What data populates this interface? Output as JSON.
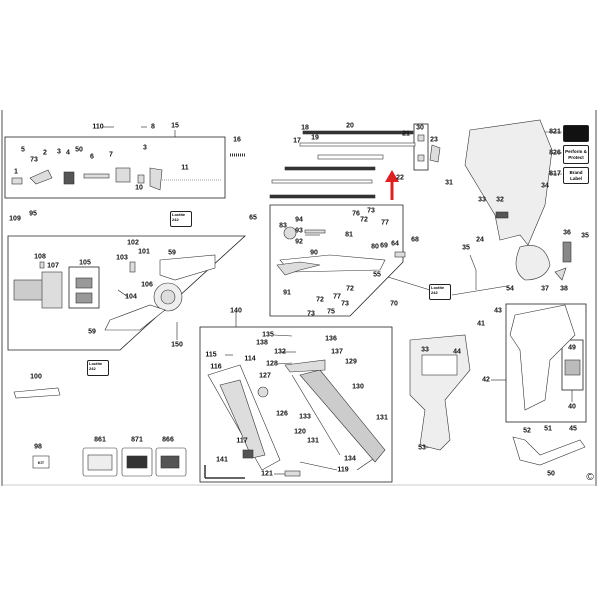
{
  "diagram": {
    "title": "Exploded parts diagram - cordless framing nailer",
    "labels": [
      "110",
      "8",
      "15",
      "16",
      "5",
      "73",
      "2",
      "3",
      "4",
      "50",
      "6",
      "7",
      "3",
      "11",
      "1",
      "10",
      "109",
      "95",
      "108",
      "107",
      "105",
      "102",
      "101",
      "103",
      "59",
      "65",
      "106",
      "104",
      "59",
      "150",
      "17",
      "18",
      "19",
      "20",
      "21",
      "30",
      "23",
      "31",
      "22",
      "94",
      "93",
      "83",
      "92",
      "90",
      "91",
      "76",
      "73",
      "72",
      "77",
      "81",
      "80",
      "69",
      "64",
      "55",
      "72",
      "77",
      "73",
      "72",
      "73",
      "75",
      "70",
      "68",
      "821",
      "826",
      "817",
      "34",
      "33",
      "32",
      "35",
      "24",
      "36",
      "35",
      "37",
      "38",
      "54",
      "43",
      "41",
      "44",
      "33",
      "42",
      "49",
      "40",
      "52",
      "51",
      "45",
      "50",
      "53",
      "140",
      "135",
      "136",
      "138",
      "132",
      "137",
      "115",
      "114",
      "116",
      "128",
      "129",
      "130",
      "127",
      "126",
      "133",
      "131",
      "117",
      "120",
      "131",
      "134",
      "141",
      "121",
      "119",
      "100",
      "98",
      "861",
      "871",
      "866"
    ],
    "loctite": {
      "line1": "Loctite",
      "line2": "242"
    },
    "tags": {
      "t826": "Perform & Protect",
      "t817": "Brand Label"
    },
    "kit_label": "KIT",
    "copyright": "©",
    "colors": {
      "ink": "#222222",
      "arrow": "#e02020"
    }
  }
}
